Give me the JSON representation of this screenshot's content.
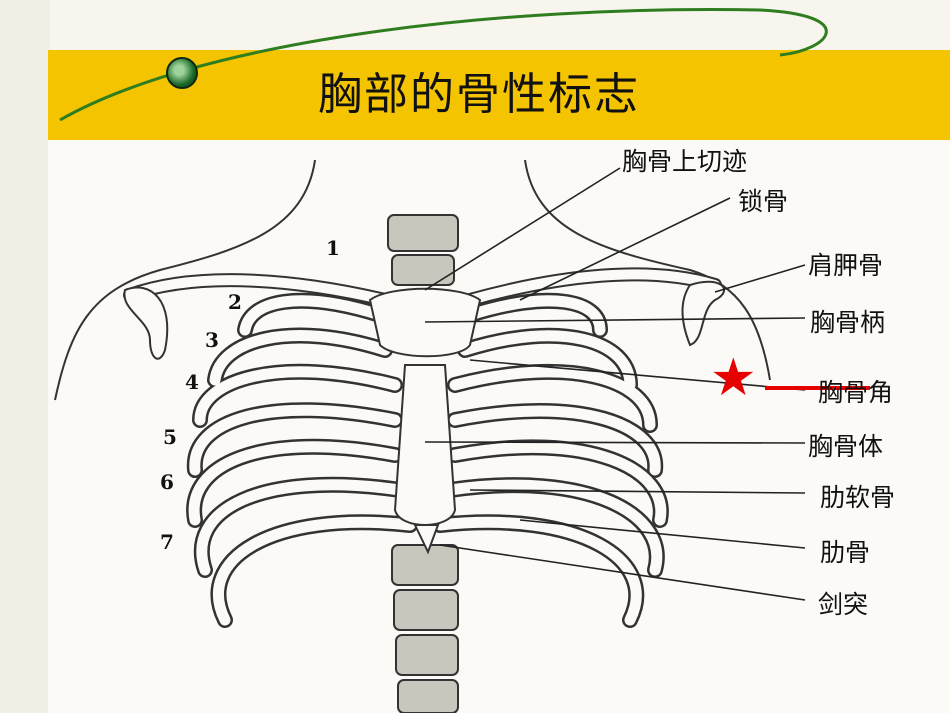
{
  "slide": {
    "title": "胸部的骨性标志",
    "accent_bar_color": "#f5c400",
    "swoosh_color": "#2f7d1e",
    "marker_color": "#e60000",
    "marker_icon": "star-icon"
  },
  "labels": [
    {
      "id": "suprasternal-notch",
      "text": "胸骨上切迹"
    },
    {
      "id": "clavicle",
      "text": "锁骨"
    },
    {
      "id": "scapula",
      "text": "肩胛骨"
    },
    {
      "id": "manubrium",
      "text": "胸骨柄"
    },
    {
      "id": "sternal-angle",
      "text": "胸骨角"
    },
    {
      "id": "sternum-body",
      "text": "胸骨体"
    },
    {
      "id": "costal-cartilage",
      "text": "肋软骨"
    },
    {
      "id": "rib",
      "text": "肋骨"
    },
    {
      "id": "xiphoid",
      "text": "剑突"
    }
  ],
  "rib_numbers": [
    "1",
    "2",
    "3",
    "4",
    "5",
    "6",
    "7"
  ]
}
